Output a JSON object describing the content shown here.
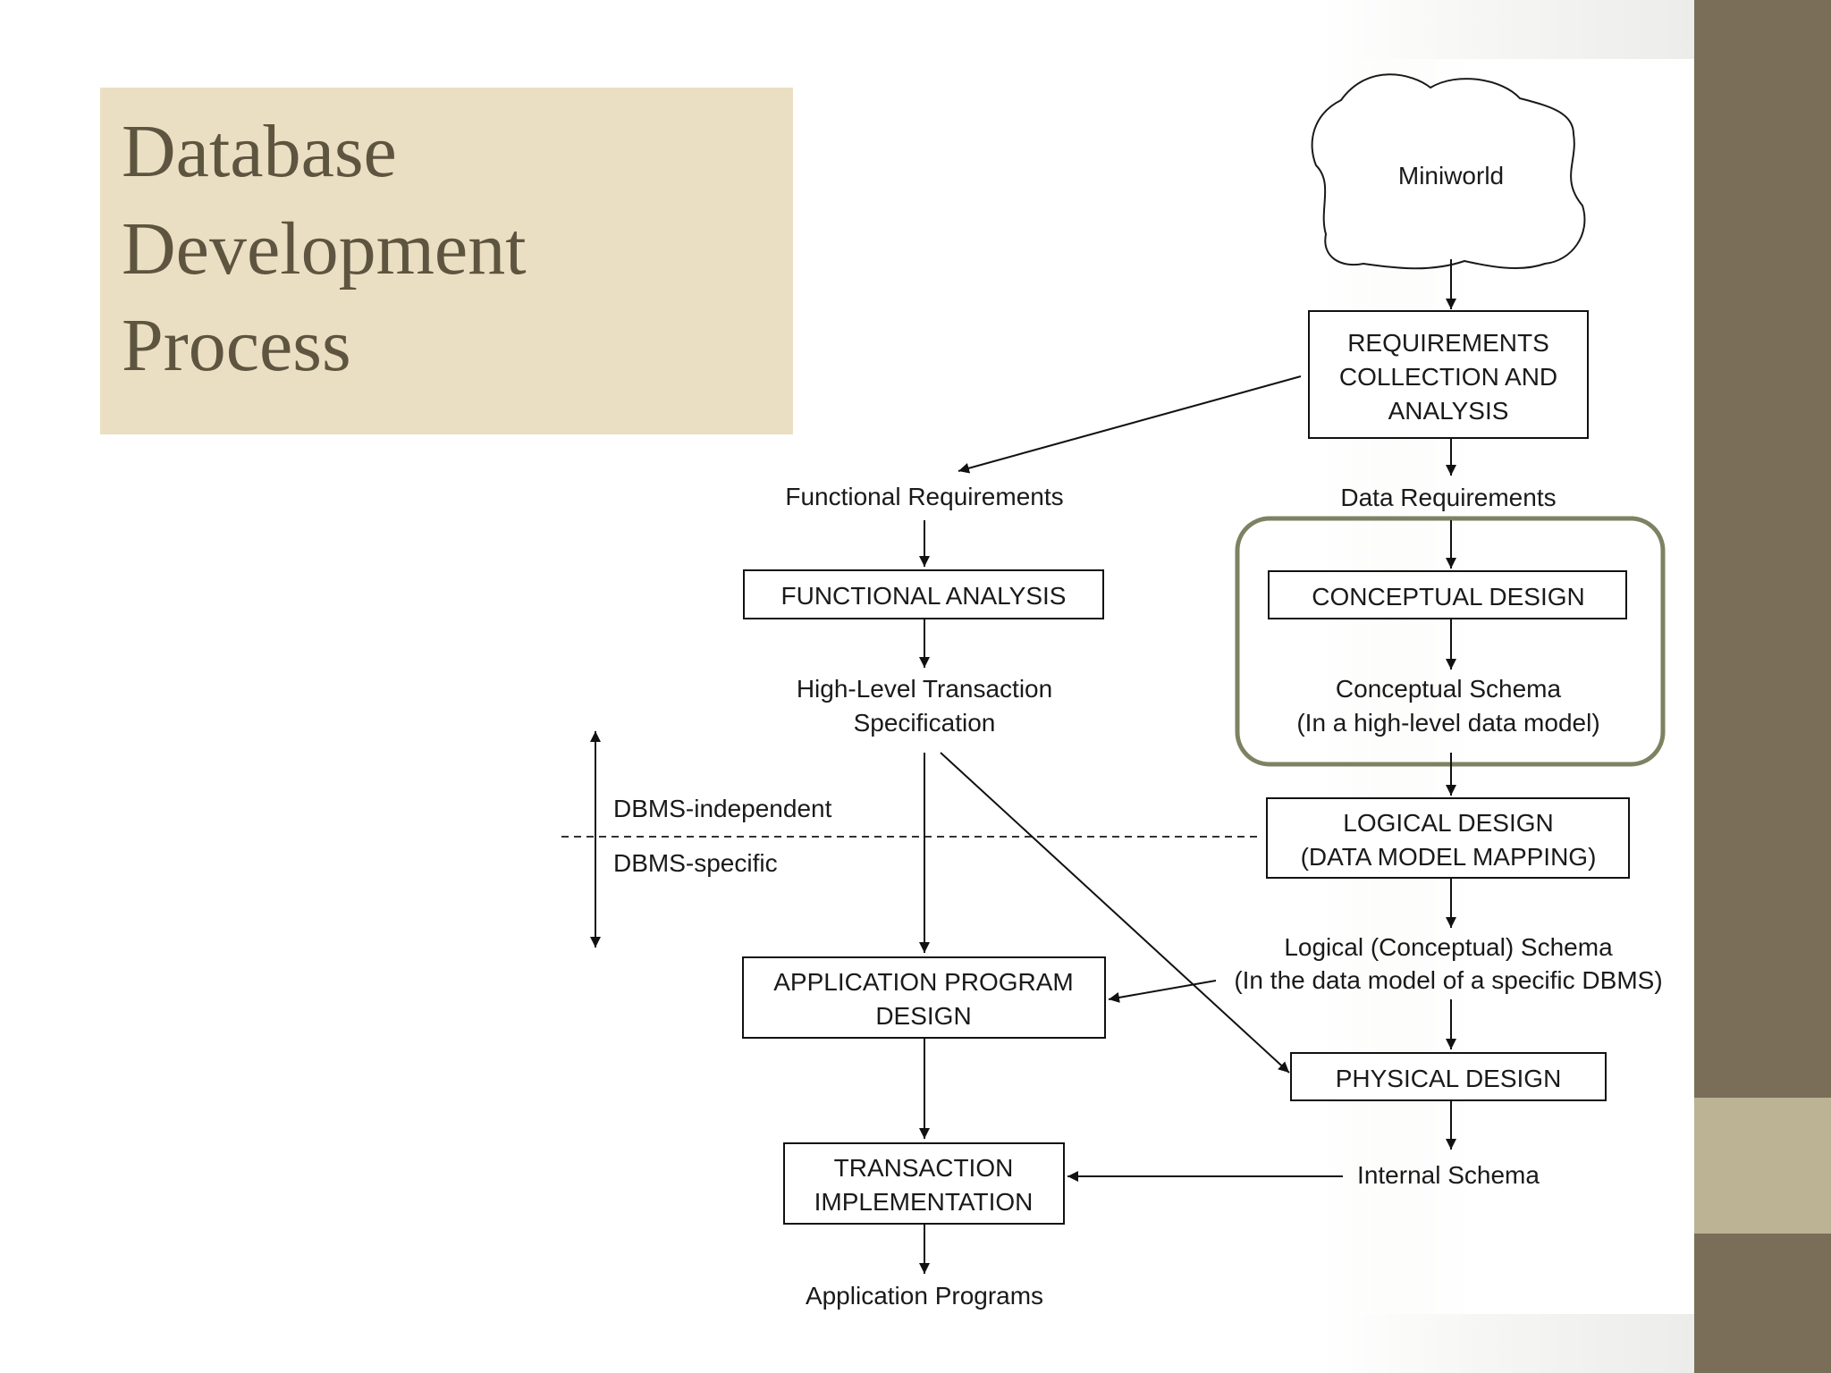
{
  "title": {
    "lines": [
      "Database",
      "Development",
      "Process"
    ]
  },
  "diagram": {
    "miniworld": "Miniworld",
    "requirements": [
      "REQUIREMENTS",
      "COLLECTION AND",
      "ANALYSIS"
    ],
    "functional_requirements": "Functional Requirements",
    "data_requirements": "Data Requirements",
    "functional_analysis": "FUNCTIONAL ANALYSIS",
    "conceptual_design": "CONCEPTUAL DESIGN",
    "high_level_spec": [
      "High-Level Transaction",
      "Specification"
    ],
    "conceptual_schema": [
      "Conceptual Schema",
      "(In a high-level data model)"
    ],
    "dbms_independent": "DBMS-independent",
    "dbms_specific": "DBMS-specific",
    "logical_design": [
      "LOGICAL DESIGN",
      "(DATA MODEL MAPPING)"
    ],
    "logical_schema": [
      "Logical (Conceptual) Schema",
      "(In the data model of a specific DBMS)"
    ],
    "application_program_design": [
      "APPLICATION PROGRAM",
      "DESIGN"
    ],
    "physical_design": "PHYSICAL DESIGN",
    "transaction_implementation": [
      "TRANSACTION",
      "IMPLEMENTATION"
    ],
    "internal_schema": "Internal Schema",
    "application_programs": "Application Programs"
  },
  "colors": {
    "background": "#ffffff",
    "title_box": "#ebdfc3",
    "title_text": "#5e5540",
    "side_bar": "#7a6e58",
    "side_accent": "#bbb394",
    "highlight_outline": "#7d8262"
  }
}
